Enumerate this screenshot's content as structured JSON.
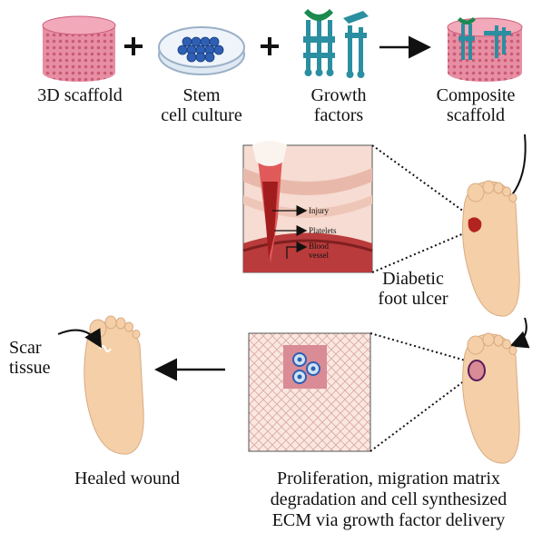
{
  "row1": {
    "scaffold": "3D scaffold",
    "stem": "Stem\ncell culture",
    "growth": "Growth\nfactors",
    "composite": "Composite\nscaffold",
    "plus": "+",
    "icons": [
      "scaffold-cylinder-icon",
      "petri-dish-icon",
      "growth-factor-receptor-icon",
      "composite-scaffold-icon"
    ]
  },
  "inset": {
    "injury": "Injury",
    "platelets": "Platelets",
    "blood": "Blood\nvessel"
  },
  "labels": {
    "ulcer": "Diabetic\nfoot ulcer",
    "scar": "Scar\ntissue",
    "healed": "Healed wound",
    "process": "Proliferation, migration matrix\ndegradation and cell synthesized\nECM via growth factor delivery"
  },
  "colors": {
    "scaffold_pink": "#e88ea3",
    "scaffold_dark": "#c85b78",
    "skin": "#f4cfa8",
    "wound": "#b3231f",
    "dish_blue": "#2f5fb3",
    "growth_teal": "#2a8fa0",
    "growth_green": "#1a8a4f"
  }
}
